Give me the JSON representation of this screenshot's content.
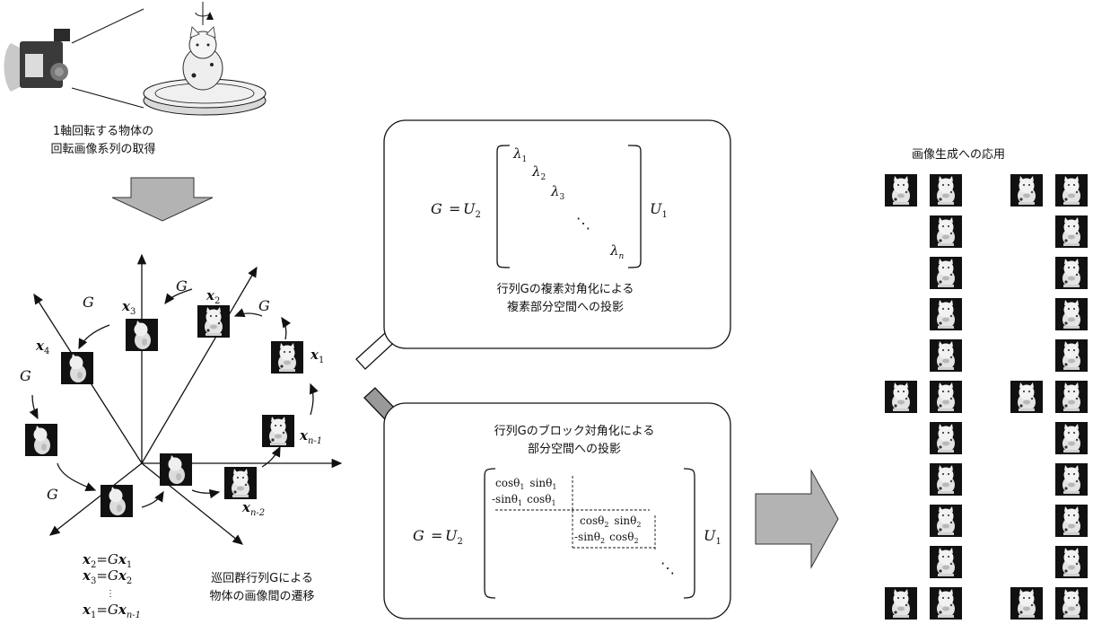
{
  "top_left": {
    "caption_line1": "1軸回転する物体の",
    "caption_line2": "回転画像系列の取得"
  },
  "graph": {
    "G": "G",
    "x": "x",
    "sub_3": "3",
    "sub_2": "2",
    "sub_1": "1",
    "sub_4": "4",
    "sub_n1": "n-1",
    "sub_n2": "n-2"
  },
  "equations": {
    "eq1_lhs_sub": "2",
    "eq1_rhs_sub": "1",
    "eq2_lhs_sub": "3",
    "eq2_rhs_sub": "2",
    "eq3_lhs_sub": "1",
    "eq3_rhs_sub": "n-1",
    "eq": "=G",
    "vdots": "⋮"
  },
  "bottom_caption": {
    "line1": "巡回群行列Gによる",
    "line2": "物体の画像間の遷移"
  },
  "box1": {
    "lhs": "G",
    "eq": "=",
    "U2": "U",
    "U2_sub": "2",
    "U1": "U",
    "U1_sub": "1",
    "lambda": "λ",
    "l1": "1",
    "l2": "2",
    "l3": "3",
    "ln": "n",
    "dots": "⋱",
    "caption_line1": "行列Gの複素対角化による",
    "caption_line2": "複素部分空間への投影"
  },
  "box2": {
    "caption_line1": "行列Gのブロック対角化による",
    "caption_line2": "部分空間への投影",
    "lhs": "G",
    "eq": "=",
    "U2": "U",
    "U2_sub": "2",
    "U1": "U",
    "U1_sub": "1",
    "cos1": "cosθ",
    "sin1": "sinθ",
    "msin1": "-sinθ",
    "cos2": "cosθ",
    "sin2": "sinθ",
    "msin2": "-sinθ",
    "s1": "1",
    "s2": "2",
    "dots": "⋱"
  },
  "right": {
    "title": "画像生成への応用"
  },
  "colors": {
    "arrow_gray": "#b3b3b3",
    "arrow_dark": "#7f7f7f",
    "thumb_bg": "#111111",
    "turntable": "#ededed"
  }
}
